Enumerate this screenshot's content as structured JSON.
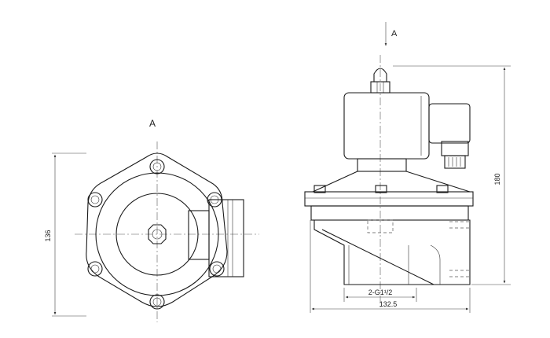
{
  "view_labels": {
    "top_view": "A",
    "arrow_marker": "A"
  },
  "dimensions": {
    "height_left": "136",
    "height_right": "180",
    "width_bottom": "132.5",
    "port_thread": "2-G1¹/2"
  },
  "colors": {
    "line": "#1a1a1a",
    "background": "#ffffff"
  }
}
